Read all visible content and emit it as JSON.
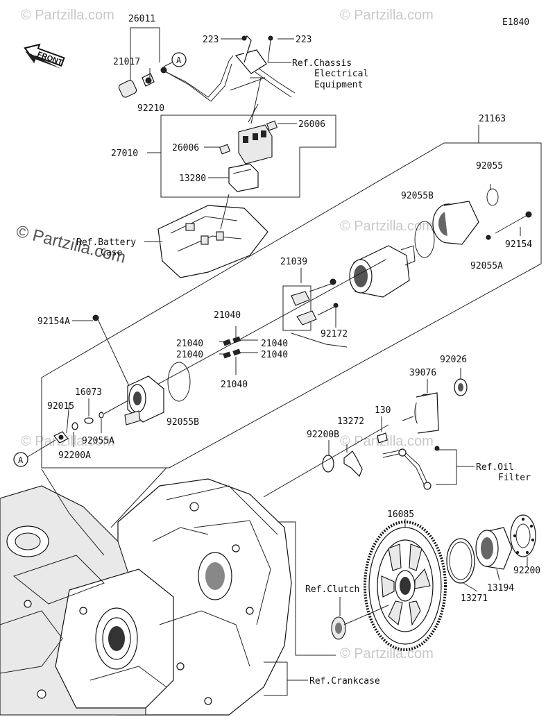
{
  "diagram_code": "E1840",
  "front_label": "FRONT",
  "watermark_text": "© Partzilla.com",
  "callout_A": "A",
  "labels": {
    "p26011": "26011",
    "p21017": "21017",
    "p92210": "92210",
    "p223a": "223",
    "p223b": "223",
    "ref_chassis_1": "Ref.Chassis",
    "ref_chassis_2": "Electrical",
    "ref_chassis_3": "Equipment",
    "p26006a": "26006",
    "p27010": "27010",
    "p26006b": "26006",
    "p13280": "13280",
    "ref_battery_1": "Ref.Battery",
    "ref_battery_2": "Case",
    "p21163": "21163",
    "p92055": "92055",
    "p92055B_top": "92055B",
    "p92154": "92154",
    "p92055A_right": "92055A",
    "p21039": "21039",
    "p92172": "92172",
    "p21040_top": "21040",
    "p21040_l1": "21040",
    "p21040_r1": "21040",
    "p21040_l2": "21040",
    "p21040_r2": "21040",
    "p21040_bot": "21040",
    "p92154A": "92154A",
    "p16073": "16073",
    "p92015": "92015",
    "p92055A_left": "92055A",
    "p92200A": "92200A",
    "p92055B_left": "92055B",
    "p92026": "92026",
    "p39076": "39076",
    "p130": "130",
    "p13272": "13272",
    "p92200B": "92200B",
    "ref_oil_1": "Ref.Oil",
    "ref_oil_2": "Filter",
    "p16085": "16085",
    "p92200": "92200",
    "p13194": "13194",
    "p13271": "13271",
    "ref_clutch": "Ref.Clutch",
    "ref_crankcase": "Ref.Crankcase"
  }
}
